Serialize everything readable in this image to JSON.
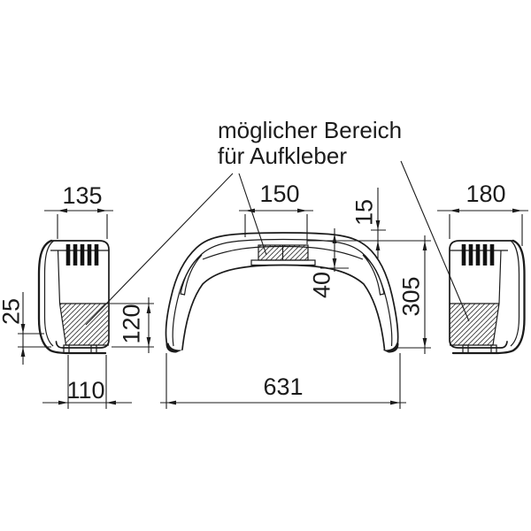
{
  "note": {
    "line1": "möglicher Bereich",
    "line2": "für Aufkleber"
  },
  "dimensions": {
    "left_view_top_width": "135",
    "left_view_skirt_height": "25",
    "left_view_sticker_height": "120",
    "left_view_bottom_width": "110",
    "front_view_sticker_width": "150",
    "front_view_edge_offset": "15",
    "front_view_sticker_drop": "40",
    "front_view_height": "305",
    "front_view_inner_width": "631",
    "right_view_top_width": "180"
  },
  "colors": {
    "line": "#1b1b1b",
    "background": "#ffffff",
    "hatch": "#3a3a3a"
  }
}
